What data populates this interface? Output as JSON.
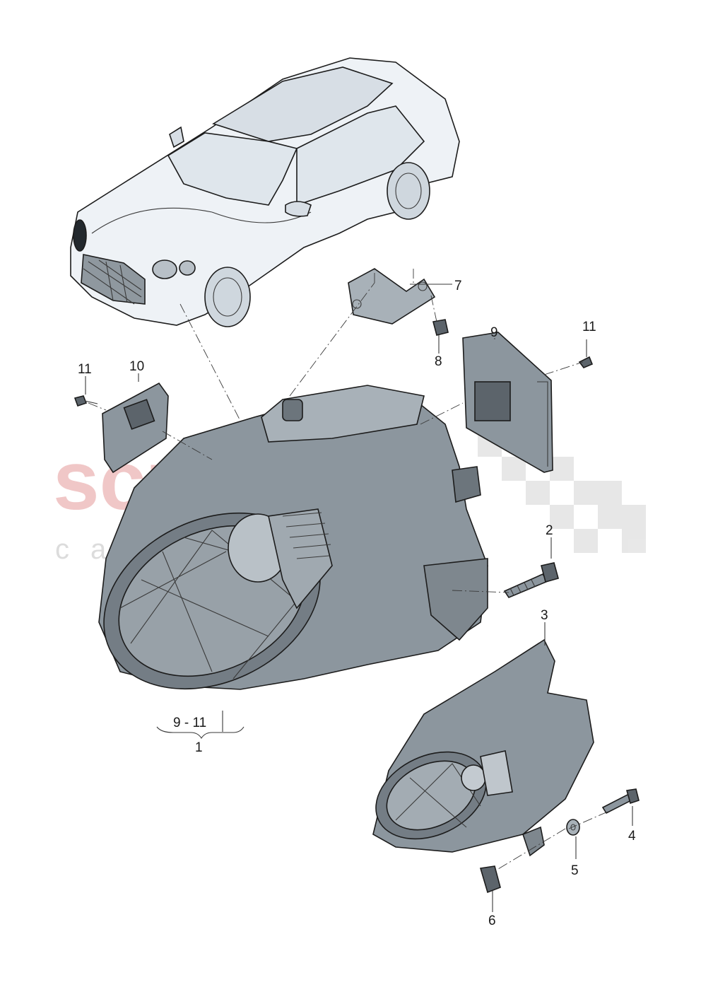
{
  "watermark": {
    "brand": "scuderia",
    "sub": "car parts"
  },
  "callouts": {
    "c1": "1",
    "c9_11": "9 - 11",
    "c2": "2",
    "c3": "3",
    "c4": "4",
    "c5": "5",
    "c6": "6",
    "c7": "7",
    "c8": "8",
    "c9": "9",
    "c10": "10",
    "c11_left": "11",
    "c11_right": "11"
  },
  "colors": {
    "line": "#1c1c1c",
    "car_body": "#eef2f6",
    "part_grey": "#8c969e",
    "part_dark": "#5c646b",
    "watermark_red": "#f0c7c7"
  }
}
